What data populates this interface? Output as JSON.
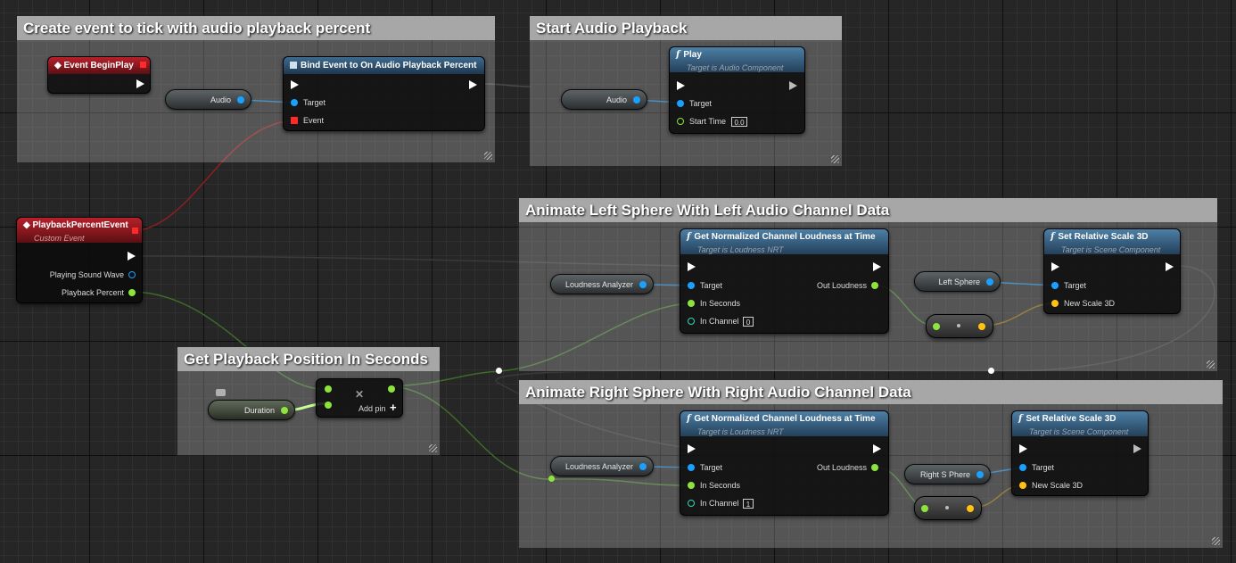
{
  "comments": {
    "create_event": "Create event to tick with audio playback percent",
    "start_audio": "Start Audio Playback",
    "animate_left": "Animate Left Sphere With Left Audio Channel Data",
    "animate_right": "Animate Right Sphere With Right Audio Channel Data",
    "get_position": "Get Playback Position In Seconds"
  },
  "nodes": {
    "begin_play": {
      "title": "Event BeginPlay"
    },
    "bind_event": {
      "title": "Bind Event to On Audio Playback Percent",
      "target": "Target",
      "event": "Event"
    },
    "audio_var_1": "Audio",
    "audio_var_2": "Audio",
    "play": {
      "title": "Play",
      "subtitle": "Target is Audio Component",
      "target": "Target",
      "start_time": "Start Time",
      "start_time_value": "0.0"
    },
    "playback_event": {
      "title": "PlaybackPercentEvent",
      "subtitle": "Custom Event",
      "playing_sound_wave": "Playing Sound Wave",
      "playback_percent": "Playback Percent"
    },
    "duration_var": "Duration",
    "multiply": {
      "add_pin": "Add pin",
      "symbol": "✕"
    },
    "left_analyzer": "Loudness Analyzer",
    "left_loudness": {
      "title": "Get Normalized Channel Loudness at Time",
      "subtitle": "Target is Loudness NRT",
      "target": "Target",
      "in_seconds": "In Seconds",
      "in_channel": "In Channel",
      "channel_value": "0",
      "out_loudness": "Out Loudness"
    },
    "left_sphere_var": "Left Sphere",
    "left_scale": {
      "title": "Set Relative Scale 3D",
      "subtitle": "Target is Scene Component",
      "target": "Target",
      "new_scale": "New Scale 3D"
    },
    "right_analyzer": "Loudness Analyzer",
    "right_loudness": {
      "title": "Get Normalized Channel Loudness at Time",
      "subtitle": "Target is Loudness NRT",
      "target": "Target",
      "in_seconds": "In Seconds",
      "in_channel": "In Channel",
      "channel_value": "1",
      "out_loudness": "Out Loudness"
    },
    "right_sphere_var": "Right S Phere",
    "right_scale": {
      "title": "Set Relative Scale 3D",
      "subtitle": "Target is Scene Component",
      "target": "Target",
      "new_scale": "New Scale 3D"
    }
  },
  "colors": {
    "exec": "#ffffff",
    "object_pin": "#1aa0ff",
    "float_pin": "#8de43d",
    "int_pin": "#2ed9b0",
    "vector_pin": "#ffc20e",
    "event_pin": "#ff2a2a"
  }
}
